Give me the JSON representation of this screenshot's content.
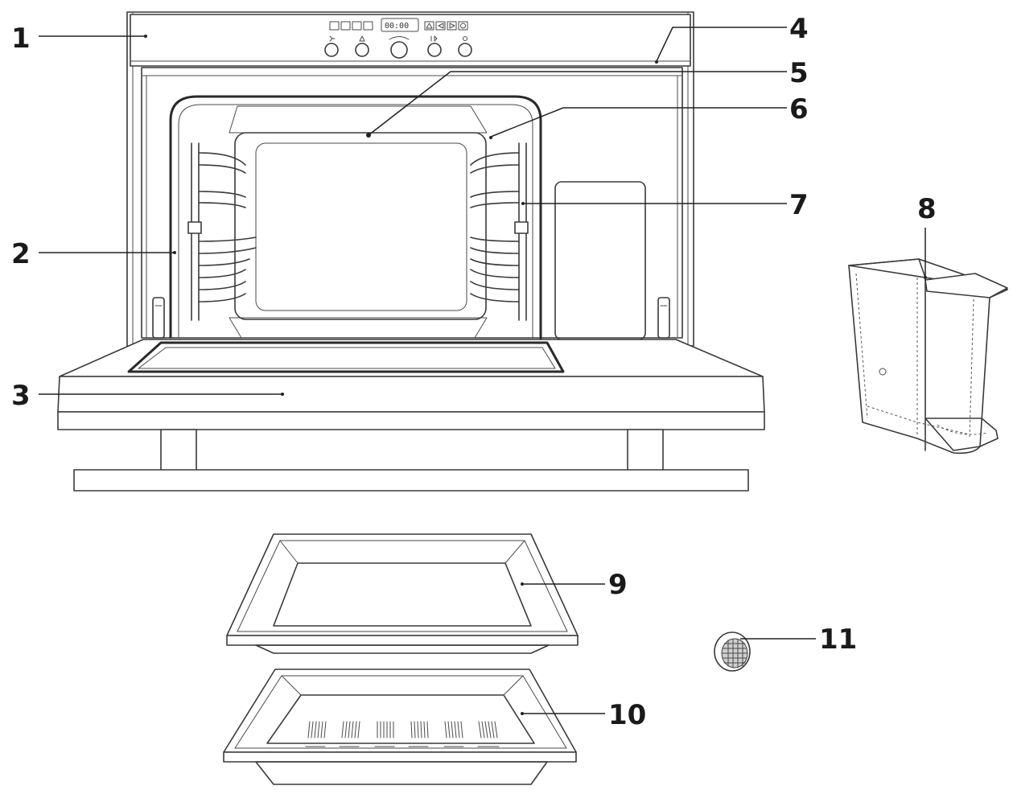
{
  "display": {
    "clock": "00:00"
  },
  "callouts": [
    {
      "id": "1",
      "label": "1"
    },
    {
      "id": "2",
      "label": "2"
    },
    {
      "id": "3",
      "label": "3"
    },
    {
      "id": "4",
      "label": "4"
    },
    {
      "id": "5",
      "label": "5"
    },
    {
      "id": "6",
      "label": "6"
    },
    {
      "id": "7",
      "label": "7"
    },
    {
      "id": "8",
      "label": "8"
    },
    {
      "id": "9",
      "label": "9"
    },
    {
      "id": "10",
      "label": "10"
    },
    {
      "id": "11",
      "label": "11"
    }
  ]
}
